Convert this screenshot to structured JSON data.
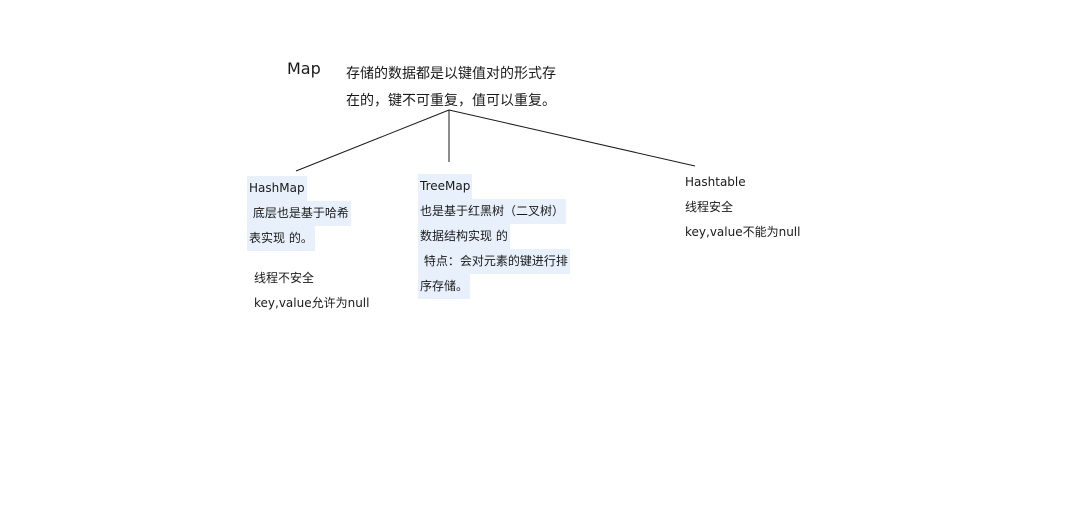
{
  "root": {
    "title": "Map",
    "description_lines": [
      "存储的数据都是以键值对的形式存",
      "在的，键不可重复，值可以重复。"
    ]
  },
  "nodes": [
    {
      "title": "HashMap",
      "highlight_lines": [
        " 底层也是基于哈希",
        "表实现 的。"
      ],
      "extra_lines": [
        "线程不安全",
        "key,value允许为null"
      ]
    },
    {
      "title": "TreeMap",
      "highlight_lines": [
        "也是基于红黑树（二叉树）",
        "数据结构实现 的",
        " 特点：会对元素的键进行排",
        "序存储。"
      ],
      "extra_lines": []
    },
    {
      "title": "Hashtable",
      "highlight_lines": [],
      "extra_lines": [
        "线程安全",
        "key,value不能为null"
      ]
    }
  ],
  "colors": {
    "highlight": "#e8f1fb",
    "line": "#1a1a1a"
  }
}
